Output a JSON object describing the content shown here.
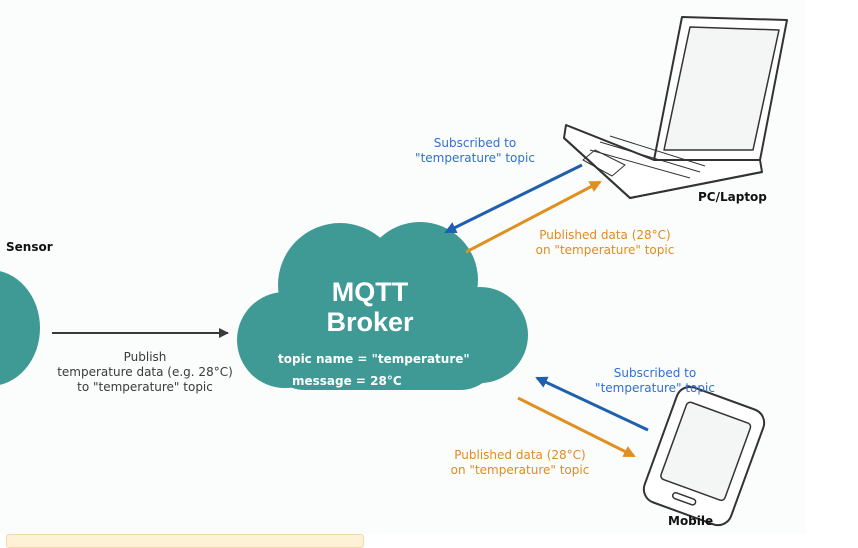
{
  "diagram": {
    "sensor_label": "Sensor",
    "laptop_label": "PC/Laptop",
    "mobile_label": "Mobile",
    "broker": {
      "title_line1": "MQTT",
      "title_line2": "Broker",
      "topic_line": "topic name = \"temperature\"",
      "message_line": "message = 28°C"
    },
    "publish_edge": {
      "line1": "Publish",
      "line2": "temperature data (e.g. 28°C)",
      "line3": "to \"temperature\" topic"
    },
    "laptop_subscribed": {
      "line1": "Subscribed to",
      "line2": "\"temperature\" topic"
    },
    "laptop_published": {
      "line1": "Published data (28°C)",
      "line2": "on \"temperature\" topic"
    },
    "mobile_subscribed": {
      "line1": "Subscribed to",
      "line2": "\"temperature\" topic"
    },
    "mobile_published": {
      "line1": "Published data (28°C)",
      "line2": "on \"temperature\" topic"
    }
  },
  "colors": {
    "cloud": "#3f9a96",
    "sensor": "#3f9a96",
    "subscribe_arrow": "#1f5fae",
    "publish_arrow": "#e0901f",
    "publish_label": "#e38a1d",
    "subscribe_label": "#2e6fd6"
  }
}
